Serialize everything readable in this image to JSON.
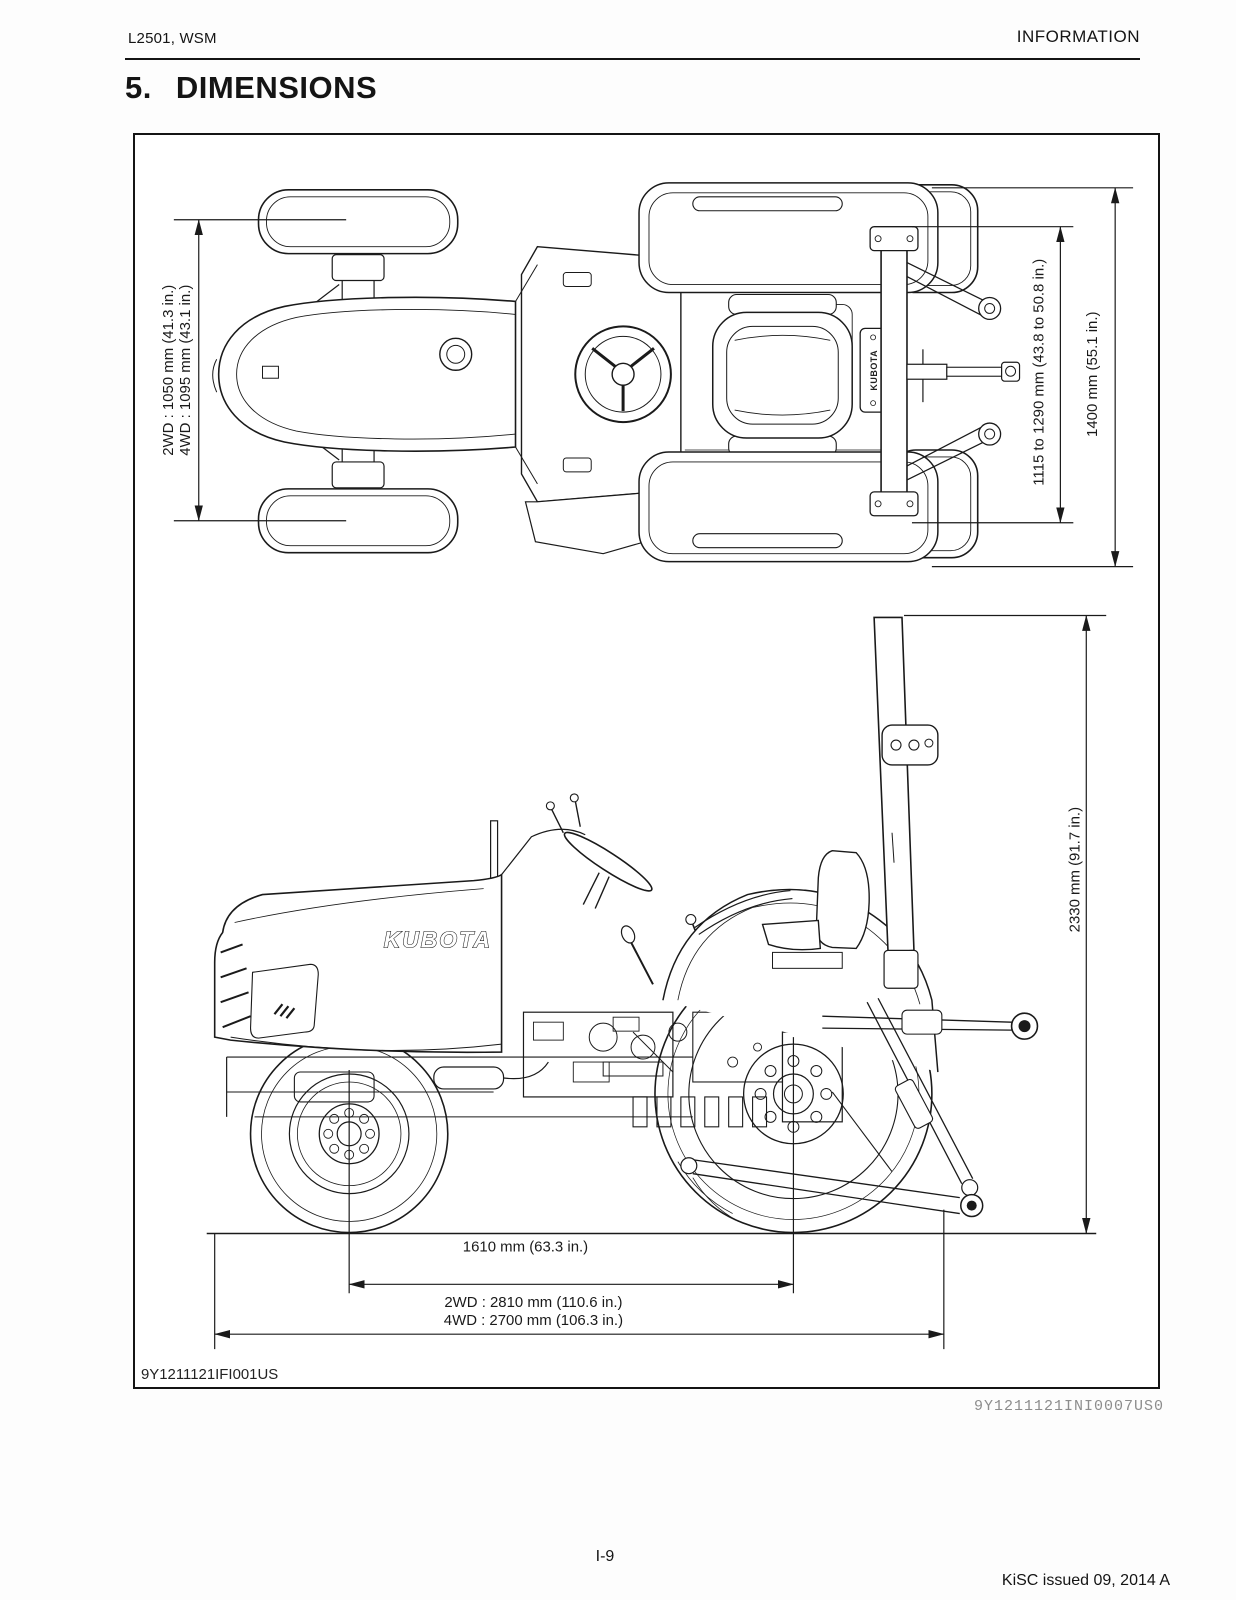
{
  "header": {
    "model": "L2501, WSM",
    "section": "INFORMATION"
  },
  "title": {
    "number": "5.",
    "text": "DIMENSIONS"
  },
  "figure": {
    "dims": {
      "front_tread_2wd": "2WD : 1050 mm (41.3 in.)",
      "front_tread_4wd": "4WD : 1095 mm (43.1 in.)",
      "rear_tread": "1115 to 1290 mm (43.8 to 50.8 in.)",
      "overall_width": "1400 mm (55.1 in.)",
      "overall_height": "2330 mm (91.7 in.)",
      "wheelbase": "1610 mm (63.3 in.)",
      "overall_length_2wd": "2WD : 2810 mm (110.6 in.)",
      "overall_length_4wd": "4WD : 2700 mm (106.3 in.)"
    },
    "labels": {
      "hood_logo": "KUBOTA",
      "seat_plate": "KUBOTA"
    },
    "code": "9Y1211121IFI001US"
  },
  "below_figure": {
    "code": "9Y1211121INI0007US0"
  },
  "footer": {
    "page": "I-9",
    "issue": "KiSC issued 09, 2014 A"
  }
}
